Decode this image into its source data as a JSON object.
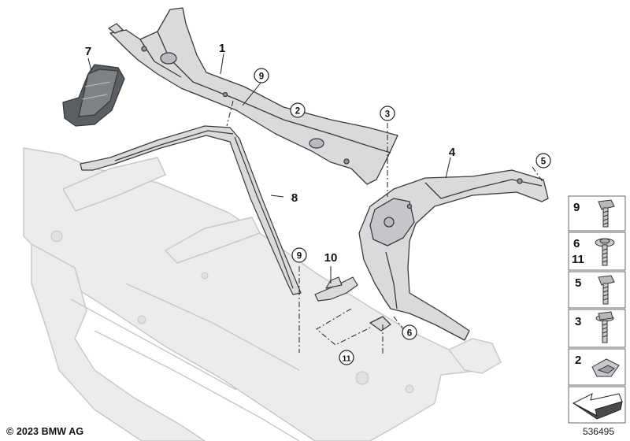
{
  "callouts": {
    "c1": "1",
    "c2": "2",
    "c3": "3",
    "c4": "4",
    "c5": "5",
    "c6": "6",
    "c7": "7",
    "c8": "8",
    "c9a": "9",
    "c9b": "9",
    "c10": "10",
    "c11": "11"
  },
  "legend": {
    "item_9": "9",
    "item_6": "6",
    "item_11": "11",
    "item_5": "5",
    "item_3": "3",
    "item_2": "2"
  },
  "footer": {
    "copyright": "© 2023 BMW AG",
    "catalog_number": "536495"
  },
  "colors": {
    "part_fill": "#d9dadc",
    "part_stroke": "#3a3a3a",
    "background_part": "#ececec",
    "background_stroke": "#c9c9c9"
  },
  "icons": [
    "screw-icon",
    "washer-screw-icon",
    "clip-nut-icon",
    "arrow-icon"
  ]
}
